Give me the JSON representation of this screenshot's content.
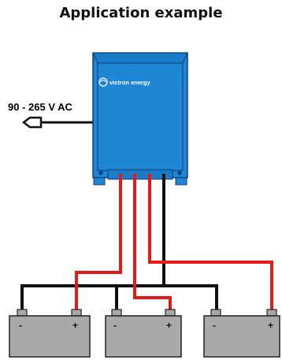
{
  "title": "Application example",
  "input_label": "90 - 265 V AC",
  "brand": "victron energy",
  "battery_neg": "-",
  "battery_pos": "+",
  "colors": {
    "charger_body": "#1f86d6",
    "charger_top": "#1a7bc8",
    "cable_positive": "#e21a1a",
    "cable_negative": "#111111",
    "battery_body": "#a9a9a9",
    "battery_outline": "#222222"
  }
}
